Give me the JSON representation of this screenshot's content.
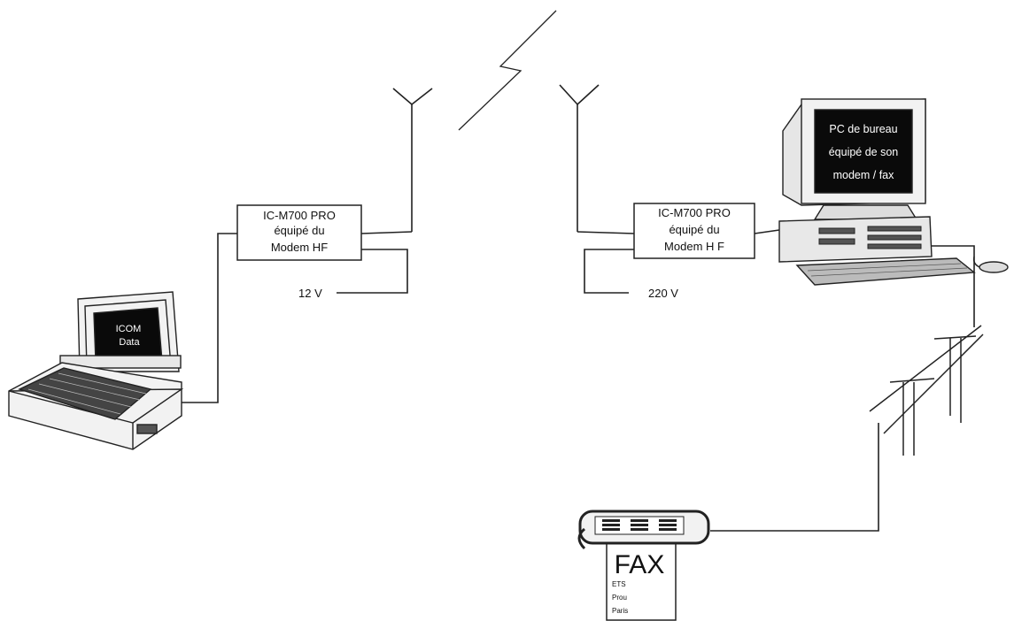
{
  "radio_left": {
    "line1": "IC-M700 PRO",
    "line2": "équipé du",
    "line3": "Modem HF"
  },
  "radio_right": {
    "line1": "IC-M700 PRO",
    "line2": "équipé du",
    "line3": "Modem H F"
  },
  "power_left": "12 V",
  "power_right": "220 V",
  "laptop": {
    "line1": "ICOM",
    "line2": "Data"
  },
  "desktop": {
    "line1": "PC de bureau",
    "line2": "équipé de son",
    "line3": "modem / fax"
  },
  "fax": {
    "title": "FAX",
    "paper_line1": "ETS",
    "paper_line2": "Prou",
    "paper_line3": "Paris"
  },
  "colors": {
    "line": "#222222",
    "screen": "#0a0a0a",
    "screen_text": "#ffffff",
    "device": "#f2f2f2"
  }
}
